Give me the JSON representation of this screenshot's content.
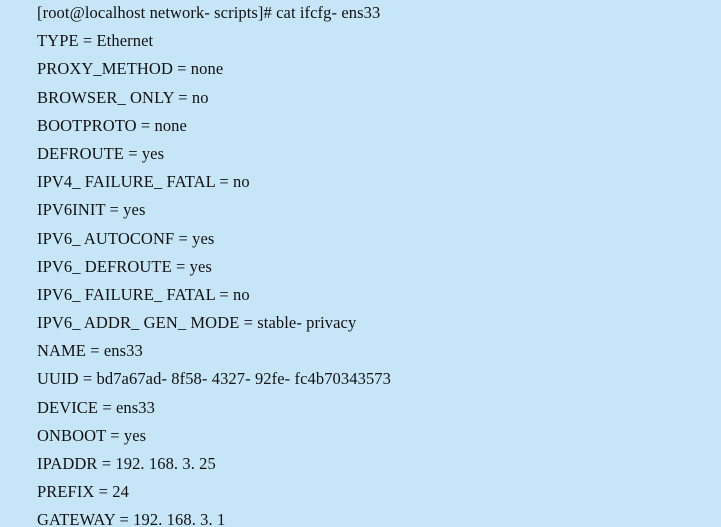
{
  "terminal": {
    "lines": [
      "[root@localhost network- scripts]# cat ifcfg- ens33",
      "TYPE = Ethernet",
      "PROXY_METHOD = none",
      "BROWSER_ ONLY = no",
      "BOOTPROTO = none",
      "DEFROUTE = yes",
      "IPV4_ FAILURE_ FATAL = no",
      "IPV6INIT = yes",
      "IPV6_ AUTOCONF = yes",
      "IPV6_ DEFROUTE = yes",
      "IPV6_ FAILURE_ FATAL = no",
      "IPV6_ ADDR_ GEN_ MODE = stable- privacy",
      "NAME = ens33",
      "UUID = bd7a67ad- 8f58- 4327- 92fe- fc4b70343573",
      "DEVICE = ens33",
      "ONBOOT = yes",
      "IPADDR = 192. 168. 3. 25",
      "PREFIX = 24",
      "GATEWAY = 192. 168. 3. 1"
    ]
  },
  "colors": {
    "background": "#c6e6f7",
    "text": "#111111"
  }
}
